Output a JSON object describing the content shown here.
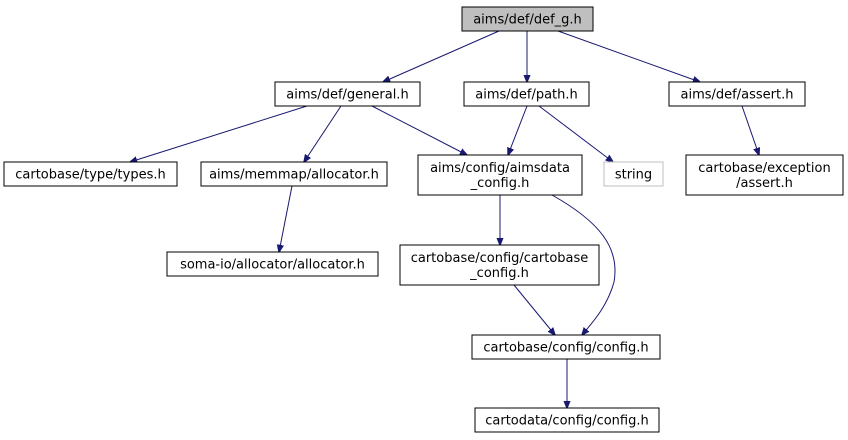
{
  "nodes": [
    {
      "id": "def_g",
      "lines": [
        "aims/def/def_g.h"
      ],
      "kind": "root"
    },
    {
      "id": "general",
      "lines": [
        "aims/def/general.h"
      ],
      "kind": "normal"
    },
    {
      "id": "path",
      "lines": [
        "aims/def/path.h"
      ],
      "kind": "normal"
    },
    {
      "id": "assert",
      "lines": [
        "aims/def/assert.h"
      ],
      "kind": "normal"
    },
    {
      "id": "types",
      "lines": [
        "cartobase/type/types.h"
      ],
      "kind": "normal"
    },
    {
      "id": "allocator",
      "lines": [
        "aims/memmap/allocator.h"
      ],
      "kind": "normal"
    },
    {
      "id": "aimsdata_config",
      "lines": [
        "aims/config/aimsdata",
        "_config.h"
      ],
      "kind": "normal"
    },
    {
      "id": "string",
      "lines": [
        "string"
      ],
      "kind": "external"
    },
    {
      "id": "exception_assert",
      "lines": [
        "cartobase/exception",
        "/assert.h"
      ],
      "kind": "normal"
    },
    {
      "id": "somaio_allocator",
      "lines": [
        "soma-io/allocator/allocator.h"
      ],
      "kind": "normal"
    },
    {
      "id": "cartobase_config",
      "lines": [
        "cartobase/config/cartobase",
        "_config.h"
      ],
      "kind": "normal"
    },
    {
      "id": "config",
      "lines": [
        "cartobase/config/config.h"
      ],
      "kind": "normal"
    },
    {
      "id": "cartodata_config",
      "lines": [
        "cartodata/config/config.h"
      ],
      "kind": "normal"
    }
  ],
  "edges": [
    {
      "from": "def_g",
      "to": "general"
    },
    {
      "from": "def_g",
      "to": "path"
    },
    {
      "from": "def_g",
      "to": "assert"
    },
    {
      "from": "general",
      "to": "types"
    },
    {
      "from": "general",
      "to": "allocator"
    },
    {
      "from": "general",
      "to": "aimsdata_config"
    },
    {
      "from": "path",
      "to": "aimsdata_config"
    },
    {
      "from": "path",
      "to": "string"
    },
    {
      "from": "assert",
      "to": "exception_assert"
    },
    {
      "from": "allocator",
      "to": "somaio_allocator"
    },
    {
      "from": "aimsdata_config",
      "to": "cartobase_config"
    },
    {
      "from": "aimsdata_config",
      "to": "config"
    },
    {
      "from": "cartobase_config",
      "to": "config"
    },
    {
      "from": "config",
      "to": "cartodata_config"
    }
  ],
  "colors": {
    "edge": "#191970",
    "root_fill": "#bfbfbf",
    "external_stroke": "#bfbfbf"
  }
}
